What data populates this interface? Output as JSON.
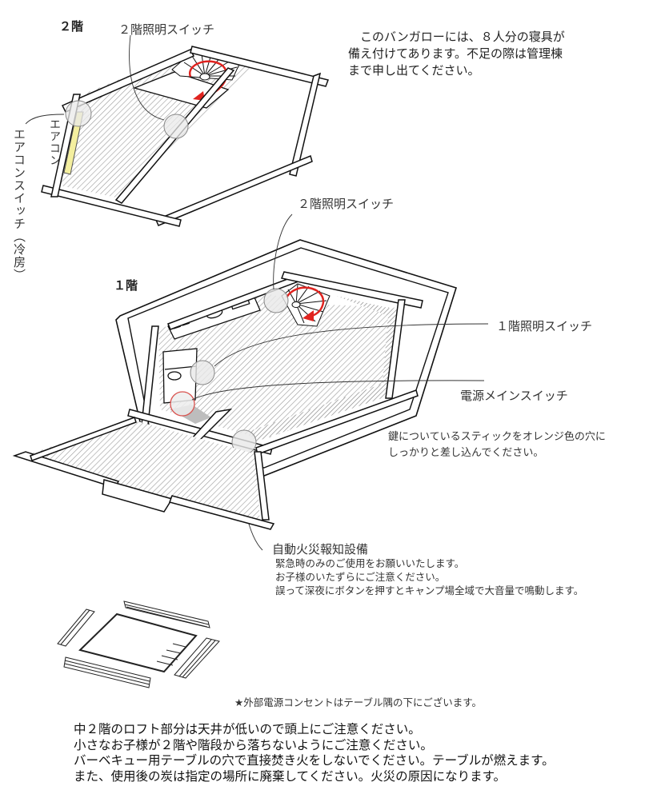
{
  "floors": {
    "second_floor_label": "２階",
    "first_floor_label": "１階"
  },
  "intro_note": {
    "lines": [
      "　このバンガローには、８人分の寝具が",
      "備え付けてあります。不足の際は管理棟",
      "まで申し出てください。"
    ]
  },
  "second_floor": {
    "light_switch_label": "２階照明スイッチ",
    "aircon_label": "エアコン",
    "aircon_switch_label": "エアコンスイッチ（冷房）"
  },
  "first_floor": {
    "upstairs_light_switch_label": "２階照明スイッチ",
    "light_switch_label": "１階照明スイッチ",
    "main_power_switch_label": "電源メインスイッチ",
    "main_power_note": [
      "鍵についているスティックをオレンジ色の穴に",
      "しっかりと差し込んでください。"
    ],
    "fire_alarm_label": "自動火災報知設備",
    "fire_alarm_note": [
      "緊急時のみのご使用をお願いいたします。",
      "お子様のいたずらにご注意ください。",
      "誤って深夜にボタンを押すとキャンプ場全域で大音量で鳴動します。"
    ]
  },
  "bbq_table": {
    "outlet_note": "★外部電源コンセントはテーブル隅の下にございます。"
  },
  "cautions": [
    "中２階のロフト部分は天井が低いので頭上にご注意ください。",
    "小さなお子様が２階や階段から落ちないようにご注意ください。",
    "バーベキュー用テーブルの穴で直接焚き火をしないでください。テーブルが燃えます。",
    "また、使用後の炭は指定の場所に廃棄してください。火災の原因になります。"
  ],
  "colors": {
    "stair_arrow": "#e0231f",
    "aircon_unit": "#f4ef9f",
    "highlight_circle": "#e9e9e9",
    "power_circle_border": "#d9534f",
    "hatch": "#9a9a9a"
  }
}
